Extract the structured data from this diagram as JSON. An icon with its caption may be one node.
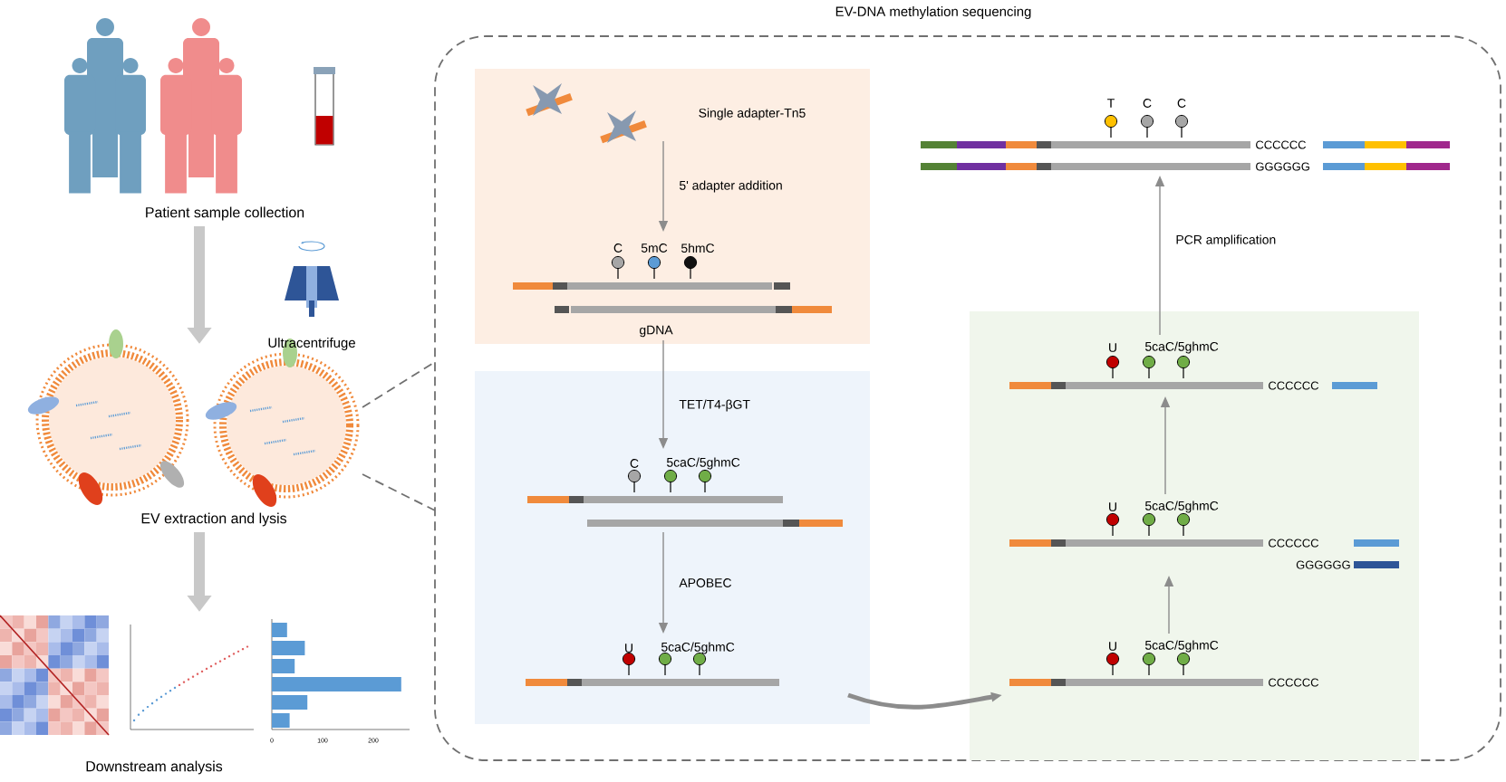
{
  "diagram": {
    "nodes": [
      {
        "text": [
          "Patient sample collection"
        ]
      },
      {
        "text": [
          "EV extraction and lysis"
        ]
      },
      {
        "text": [
          "Downstream analysis"
        ]
      },
      {
        "text": [
          "EV-DNA methylation sequencing"
        ]
      },
      {
        "text": [],
        "shape": "box",
        "in": 3
      },
      {
        "text": [
          "Single adapter-Tn5"
        ],
        "in": 4
      },
      {
        "text": [
          "C",
          "5mC",
          "5hmC",
          "gDNA"
        ],
        "in": 4
      },
      {
        "text": [],
        "shape": "box",
        "in": 3
      },
      {
        "text": [
          "C",
          "5caC/5ghmC"
        ],
        "in": 7
      },
      {
        "text": [
          "U",
          "5caC/5ghmC"
        ],
        "in": 7
      },
      {
        "text": [],
        "shape": "box",
        "in": 3
      },
      {
        "text": [
          "U",
          "5caC/5ghmC",
          "CCCCCC"
        ],
        "in": 10
      },
      {
        "text": [
          "U",
          "5caC/5ghmC",
          "CCCCCC",
          "GGGGGG"
        ],
        "in": 10
      },
      {
        "text": [
          "U",
          "5caC/5ghmC",
          "CCCCCC"
        ],
        "in": 10
      },
      {
        "text": [
          "T",
          "C",
          "C",
          "CCCCCC",
          "GGGGGG"
        ],
        "in": 3
      }
    ],
    "edges": [
      {
        "from": 0,
        "to": 1,
        "arrow": "to",
        "style": "thick",
        "color": "#c8c8c8"
      },
      {
        "from": 1,
        "to": 2,
        "arrow": "to",
        "style": "thick",
        "color": "#c8c8c8"
      },
      {
        "from": 1,
        "to": 3,
        "arrow": "none",
        "style": "dashed",
        "color": "#707070"
      },
      {
        "from": 1,
        "to": 3,
        "arrow": "none",
        "style": "dashed",
        "color": "#707070"
      },
      {
        "from": 5,
        "to": 6,
        "arrow": "to",
        "label": "5' adapter addition"
      },
      {
        "from": 6,
        "to": 8,
        "arrow": "to",
        "label": "TET/T4-βGT"
      },
      {
        "from": 8,
        "to": 9,
        "arrow": "to",
        "label": "APOBEC"
      },
      {
        "from": 9,
        "to": 11,
        "arrow": "to",
        "style": "thick"
      },
      {
        "from": 11,
        "to": 12,
        "arrow": "to"
      },
      {
        "from": 12,
        "to": 13,
        "arrow": "to"
      },
      {
        "from": 13,
        "to": 14,
        "arrow": "to",
        "label": "PCR amplification"
      }
    ],
    "labels": [
      "Ultracentrifuge",
      "0",
      "100",
      "200"
    ]
  }
}
